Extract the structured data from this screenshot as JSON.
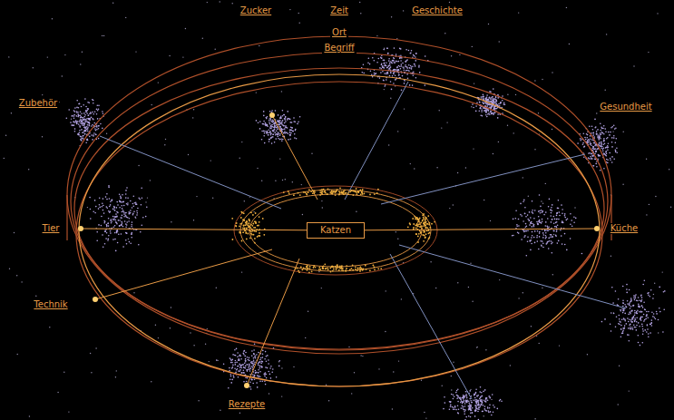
{
  "diagram": {
    "nodes": [
      {
        "text": [
          "Katzen"
        ]
      }
    ],
    "labels": [
      "Zucker",
      "Zeit",
      "Geschichte",
      "Ort",
      "Begriff",
      "Zubehör",
      "Gesundheit",
      "Tier",
      "Küche",
      "Technik",
      "Rezepte"
    ]
  }
}
